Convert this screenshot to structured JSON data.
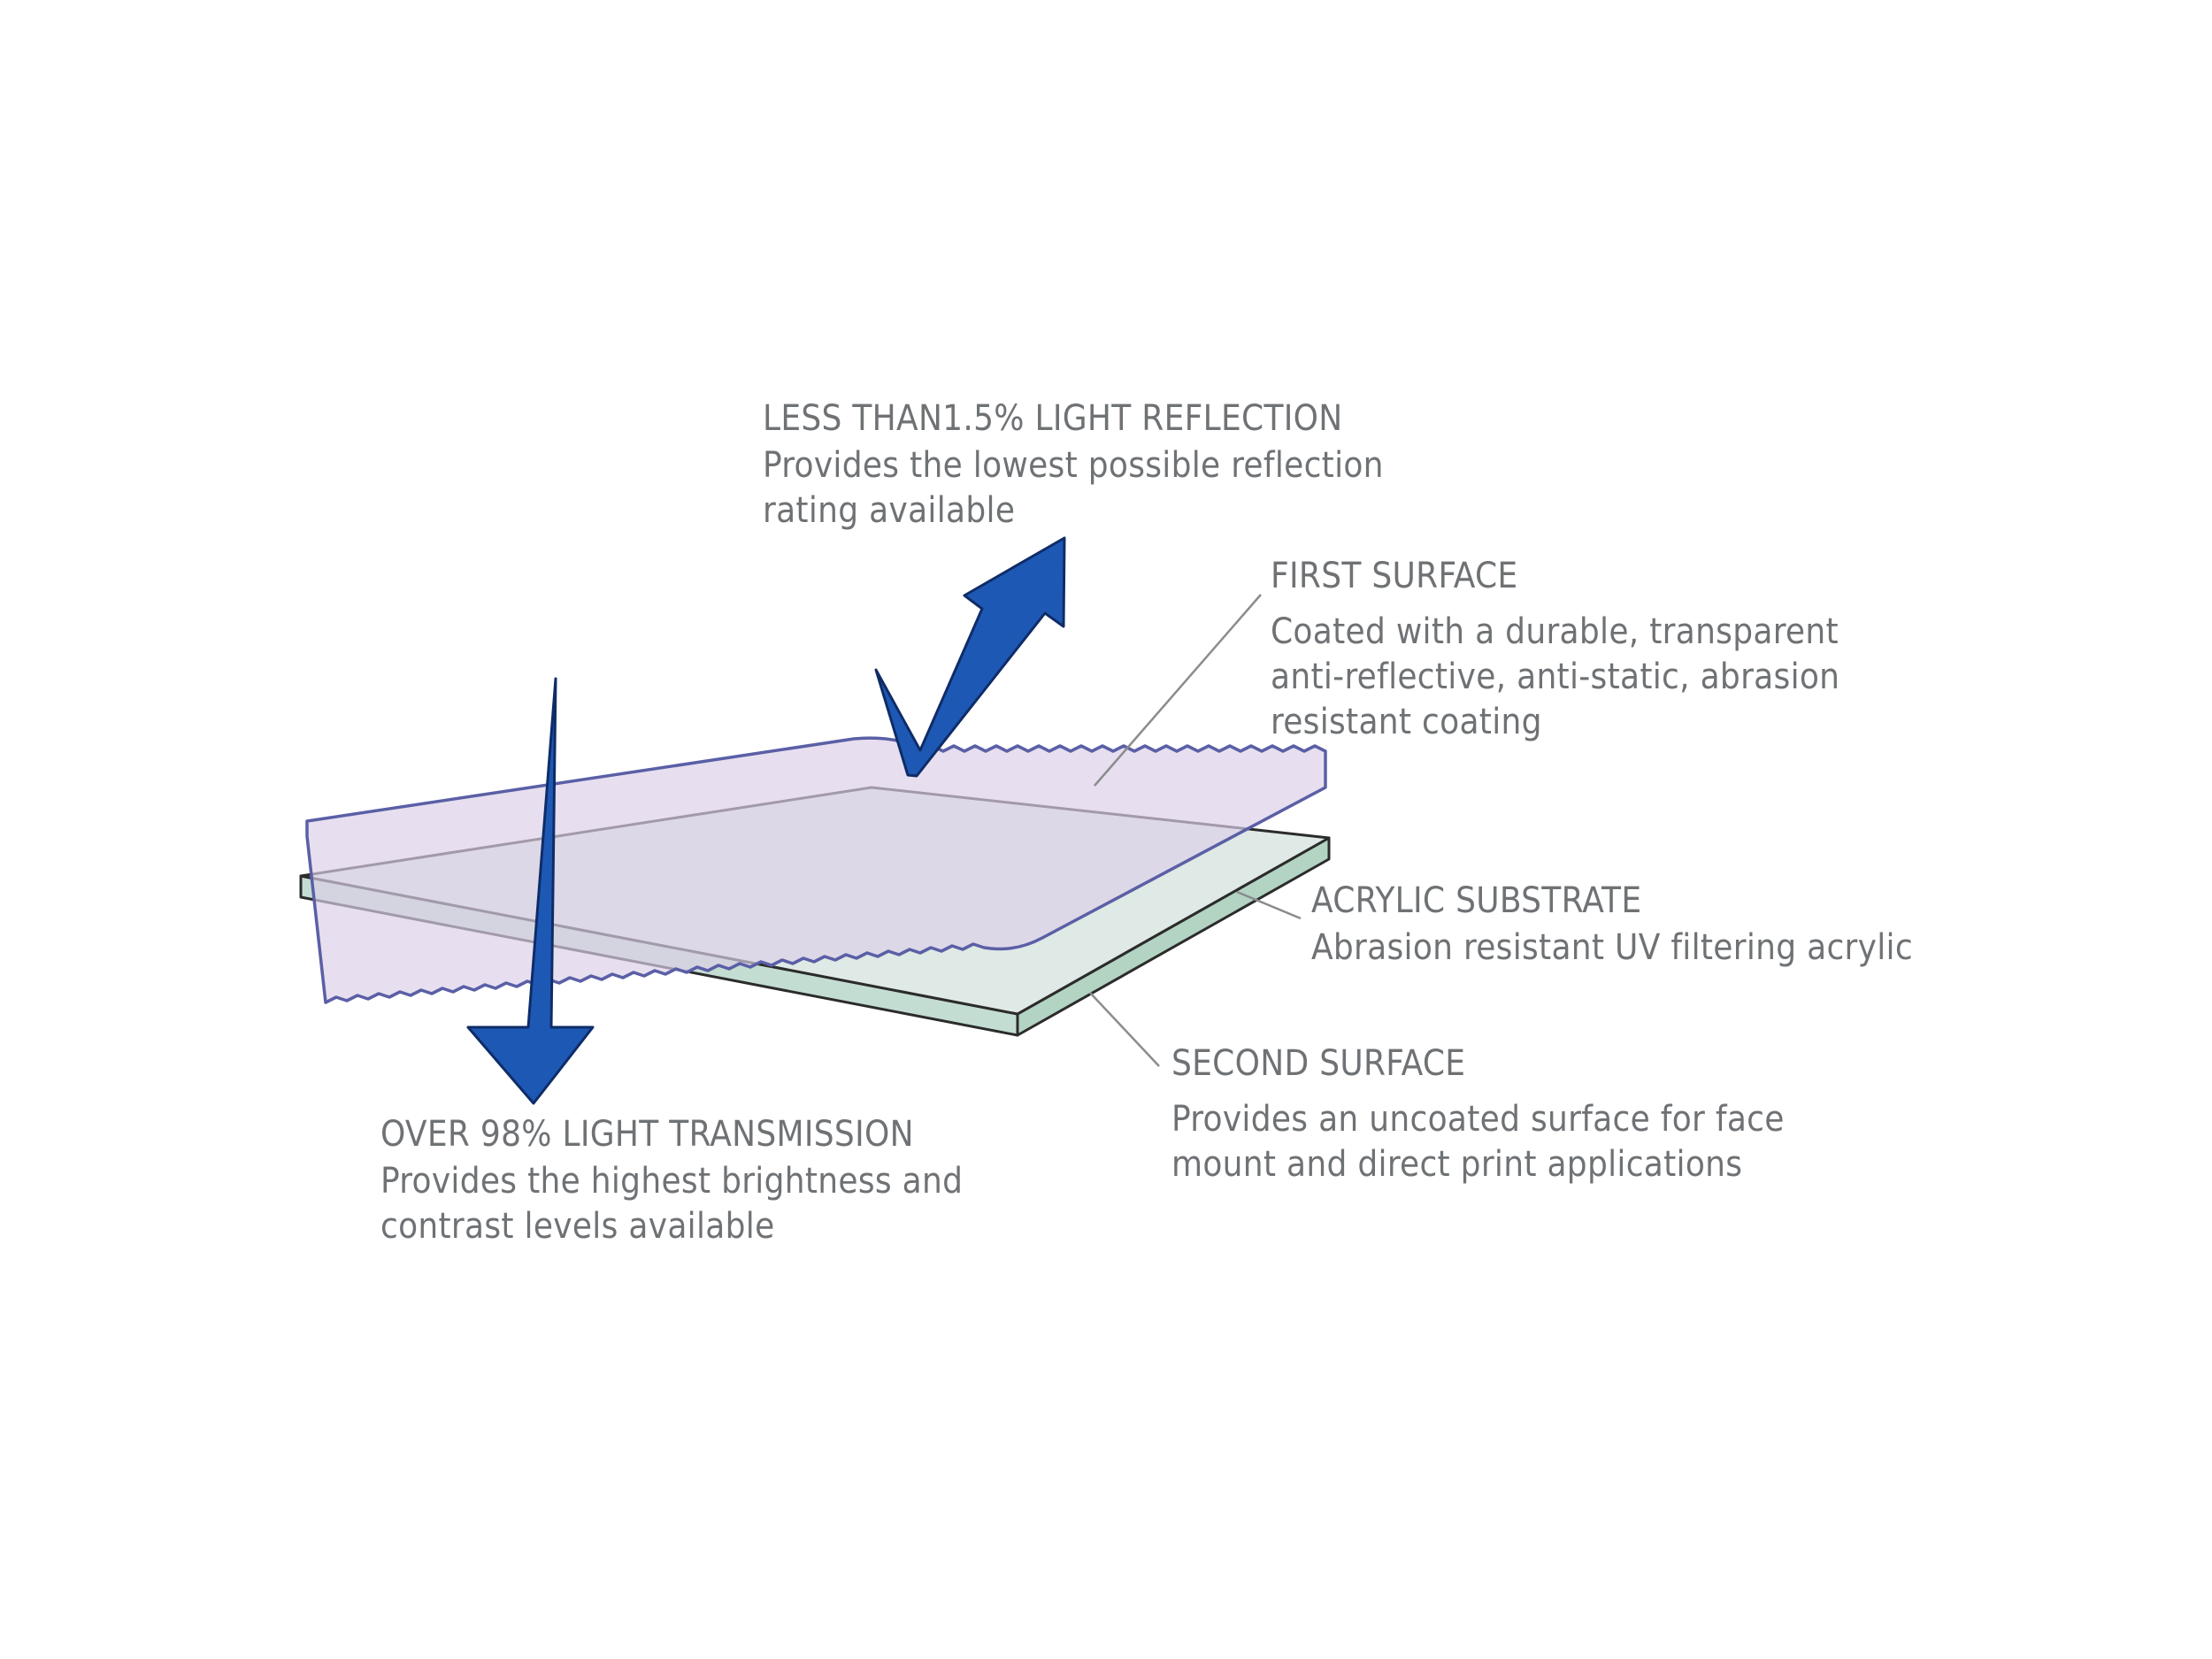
{
  "annotations": {
    "reflection": {
      "title": "LESS THAN1.5% LIGHT REFLECTION",
      "lines": [
        "Provides the lowest possible reflection",
        "rating available"
      ]
    },
    "first_surface": {
      "title": "FIRST SURFACE",
      "lines": [
        "Coated with a durable, transparent",
        "anti-reflective, anti-static, abrasion",
        "resistant coating"
      ]
    },
    "acrylic_substrate": {
      "title": "ACRYLIC SUBSTRATE",
      "lines": [
        "Abrasion resistant UV filtering acrylic"
      ]
    },
    "second_surface": {
      "title": "SECOND SURFACE",
      "lines": [
        "Provides an uncoated surface for face",
        "mount and direct print applications"
      ]
    },
    "transmission": {
      "title": "OVER 98% LIGHT TRANSMISSION",
      "lines": [
        "Provides the highest brightness and",
        "contrast levels available"
      ]
    }
  },
  "colors": {
    "label_text": "#6f7275",
    "arrow_fill": "#1d59b4",
    "arrow_stroke": "#0f2c68",
    "coating_fill": "#dcd0e7",
    "coating_outline": "#5a5fa6",
    "acrylic_top": "#dfe9e5",
    "acrylic_edge": "#b3d3c3",
    "leader_line": "#8a8c8e"
  },
  "icons": {
    "reflection_arrow": "arrow-up-right-icon",
    "transmission_arrow": "arrow-down-icon"
  }
}
